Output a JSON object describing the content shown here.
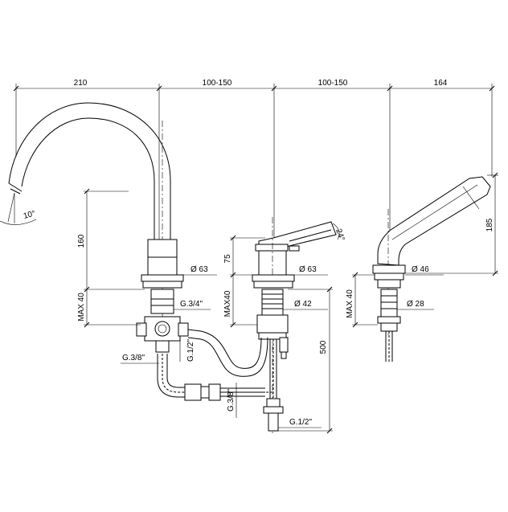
{
  "dimensions": {
    "top": {
      "spout_width": "210",
      "spout_to_mixer": "100-150",
      "mixer_to_shower": "100-150",
      "shower_width": "164"
    },
    "spout": {
      "angle": "10°",
      "height": "160",
      "max_deck": "MAX 40",
      "body_dia": "Ø 63",
      "thread": "G.3/4\"",
      "inlet_left": "G.3/8\"",
      "inlet_right": "G.1/2\""
    },
    "mixer": {
      "lever_angle": "24°",
      "height": "75",
      "max_deck": "MAX40",
      "body_dia": "Ø 63",
      "shank_dia": "Ø 42",
      "hose_length": "500",
      "hose_thread": "G.3/8\"",
      "supply_thread": "G.1/2\""
    },
    "shower": {
      "height": "185",
      "max_deck": "MAX 40",
      "body_dia": "Ø 46",
      "shank_dia": "Ø 28"
    }
  }
}
